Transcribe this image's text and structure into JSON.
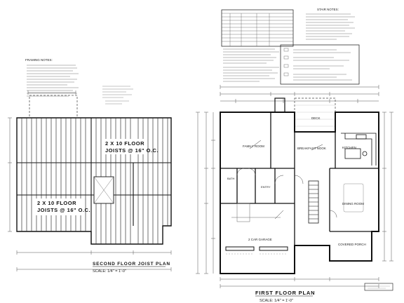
{
  "joist_plan": {
    "framing_notes_title": "FRAMING NOTES:",
    "joist_label_1_line1": "2 X 10 FLOOR",
    "joist_label_1_line2": "JOISTS @ 16\" O.C.",
    "joist_label_2_line1": "2 X 10 FLOOR",
    "joist_label_2_line2": "JOISTS @ 16\" O.C.",
    "title": "SECOND FLOOR JOIST PLAN",
    "scale": "SCALE: 1/4\" = 1'-0\""
  },
  "first_floor": {
    "stair_notes_title": "STAIR NOTES:",
    "rooms": {
      "family_room": "FAMILY ROOM",
      "breakfast_nook": "BREAKFAST NOOK",
      "kitchen": "KITCHEN",
      "deck": "DECK",
      "bath": "BATH",
      "entry": "ENTRY",
      "dining_room": "DINING ROOM",
      "garage": "2 CAR GARAGE",
      "covered_porch": "COVERED PORCH"
    },
    "title": "FIRST FLOOR PLAN",
    "scale": "SCALE: 1/4\" = 1'-0\""
  }
}
